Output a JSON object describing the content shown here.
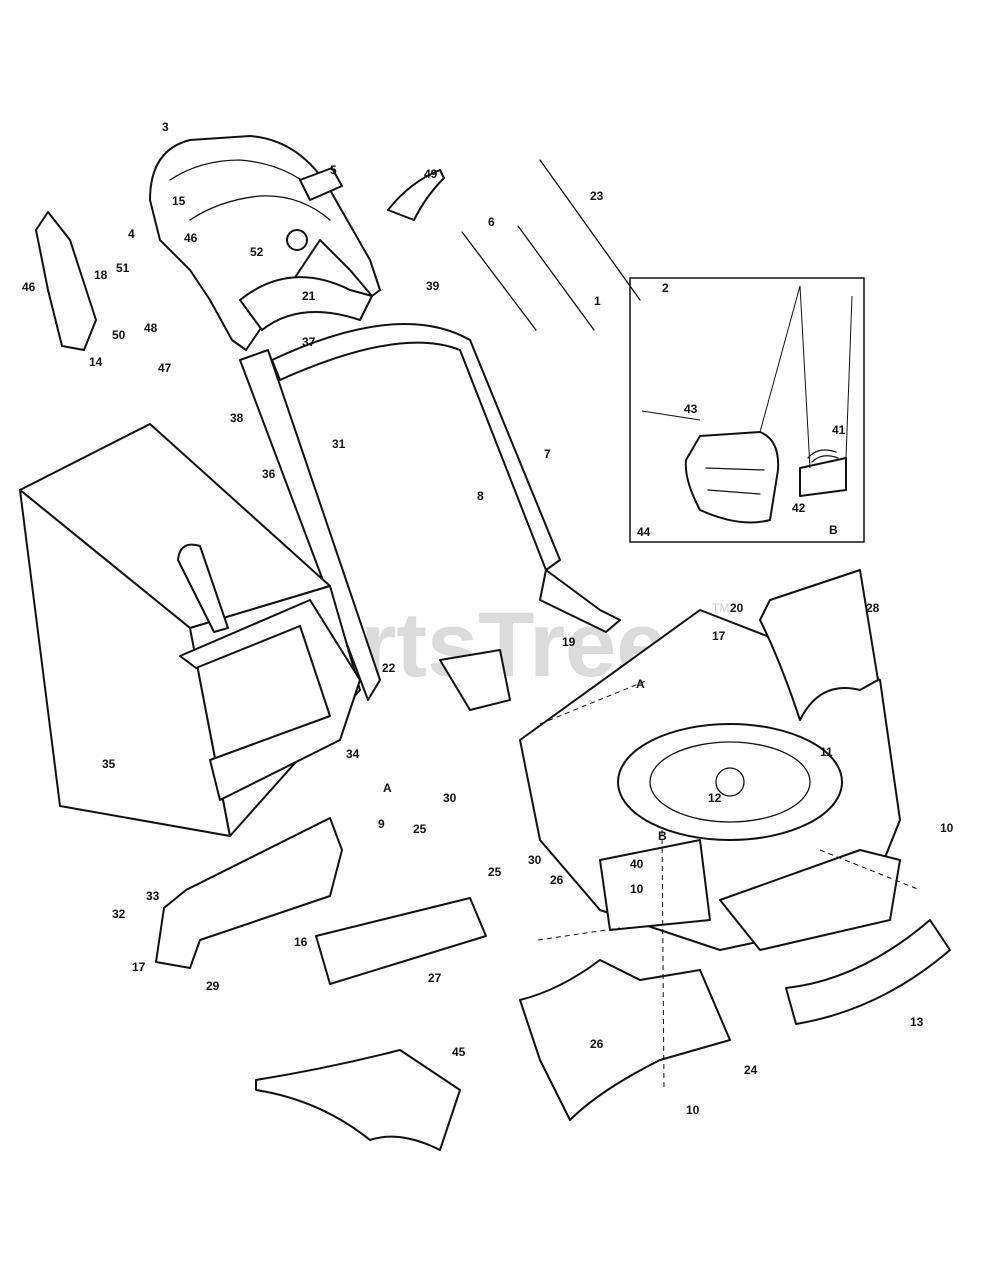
{
  "watermark": {
    "text": "PartsTree",
    "trademark": "TM"
  },
  "inset": {
    "number": "44",
    "point_label": "B"
  },
  "reference_points": [
    "A",
    "B"
  ],
  "callouts": [
    "1",
    "2",
    "3",
    "4",
    "5",
    "6",
    "7",
    "8",
    "9",
    "10",
    "11",
    "12",
    "13",
    "14",
    "15",
    "16",
    "17",
    "18",
    "19",
    "20",
    "21",
    "22",
    "23",
    "24",
    "25",
    "26",
    "27",
    "28",
    "29",
    "30",
    "31",
    "32",
    "33",
    "34",
    "35",
    "36",
    "37",
    "38",
    "39",
    "40",
    "41",
    "42",
    "43",
    "45",
    "46",
    "47",
    "48",
    "49",
    "50",
    "51",
    "52"
  ]
}
